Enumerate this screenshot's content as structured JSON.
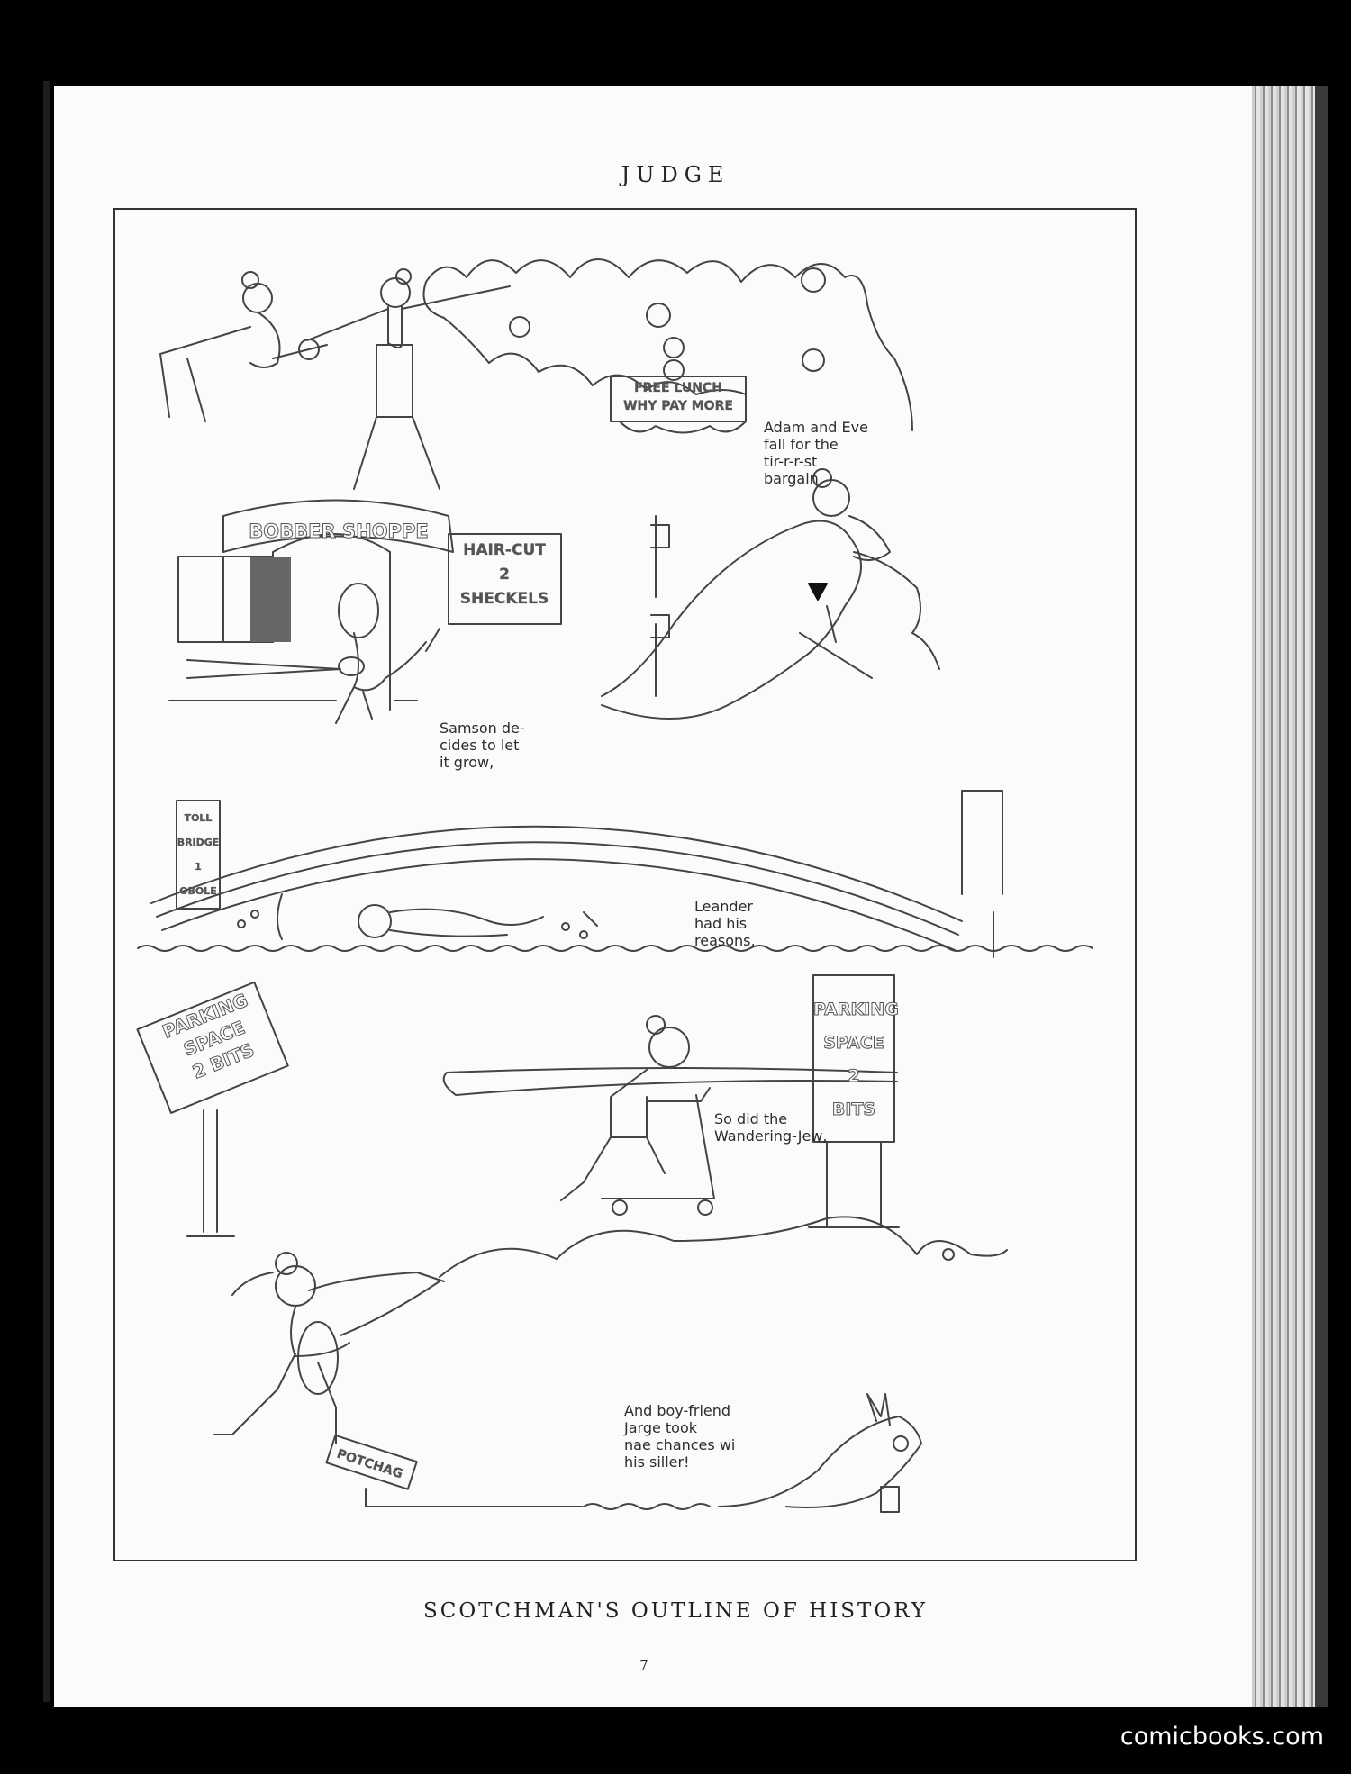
{
  "page": {
    "masthead": "JUDGE",
    "title": "SCOTCHMAN'S OUTLINE OF HISTORY",
    "page_number": "7",
    "watermark": "comicbooks.com"
  },
  "panels": [
    {
      "id": "adam-eve",
      "caption": "Adam and Eve\nfall for the\ntir-r-r-st\nbargain,",
      "signs": [
        "FREE LUNCH\nWHY PAY MORE"
      ]
    },
    {
      "id": "samson",
      "caption": "Samson de-\ncides to let\nit grow,",
      "signs": [
        "BOBBER SHOPPE",
        "HAIR-CUT\n2\nSHECKELS"
      ]
    },
    {
      "id": "leander",
      "caption": "Leander\nhad his\nreasons,",
      "signs": [
        "TOLL\nBRIDGE\n1\nOBOLE"
      ]
    },
    {
      "id": "wandering-jew",
      "caption": "So did the\nWandering-Jew,",
      "signs": [
        "PARKING\nSPACE\n2 BITS",
        "PARKING\nSPACE\n2\nBITS"
      ]
    },
    {
      "id": "jarge",
      "caption": "And boy-friend\nJarge took\nnae chances wi\nhis siller!",
      "signs": [
        "POTCHAG"
      ]
    }
  ]
}
